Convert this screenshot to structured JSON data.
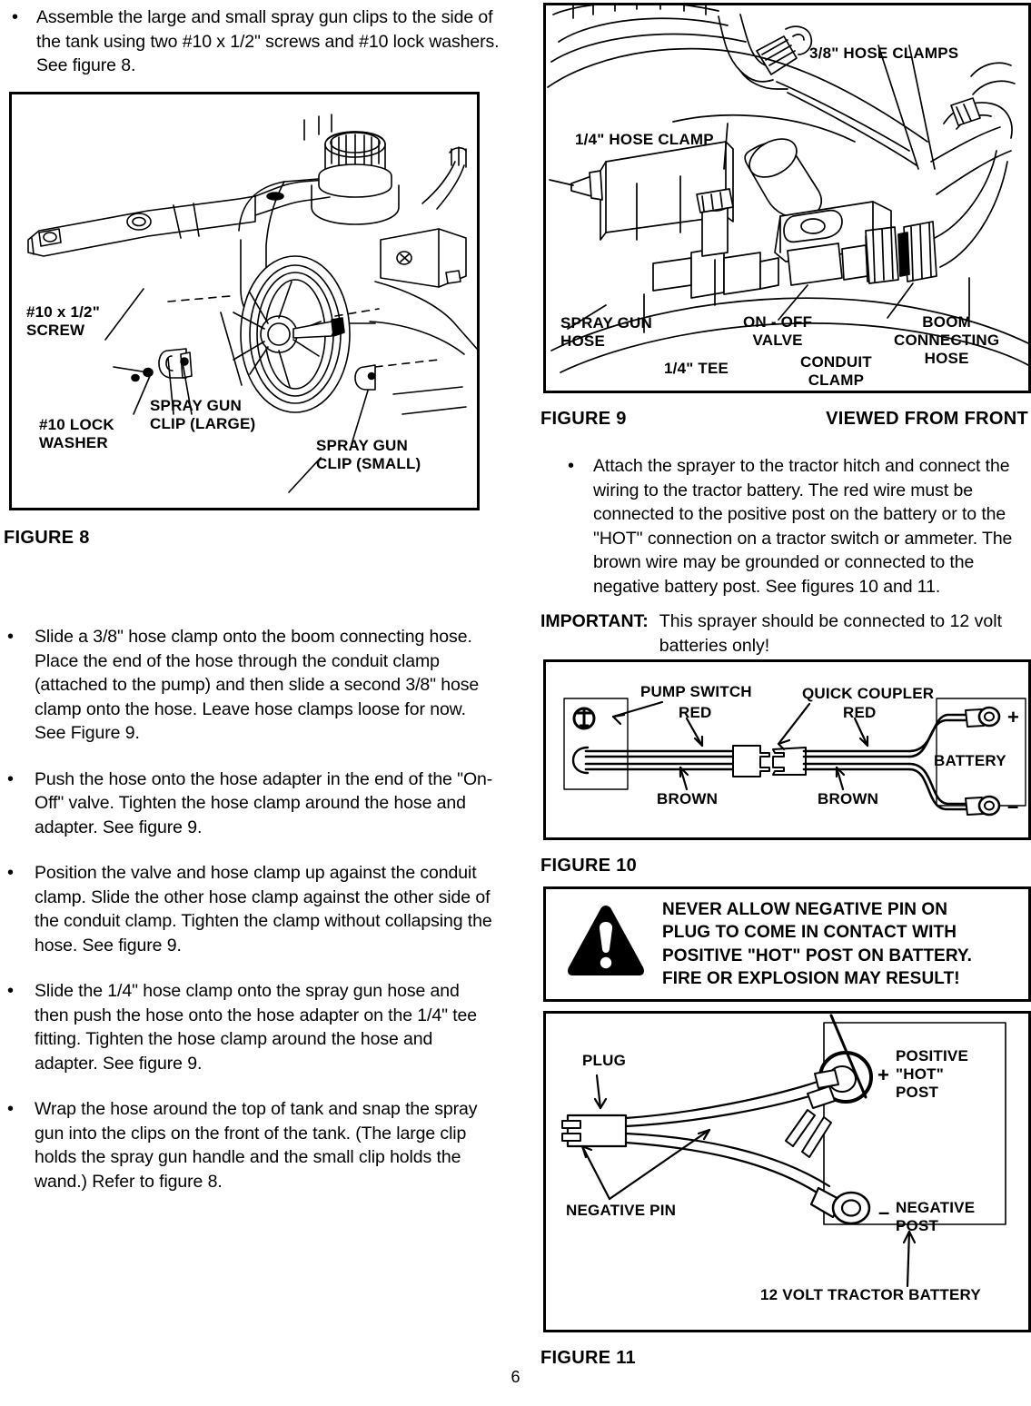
{
  "page": {
    "number": "6"
  },
  "left_column": {
    "intro_bullet": "Assemble the large and small spray gun clips to the side of the tank using two #10 x 1/2\" screws and #10 lock washers. See figure 8.",
    "figure8": {
      "caption": "FIGURE 8",
      "labels": {
        "screw": "#10 x 1/2\"\nSCREW",
        "lock_washer": "#10 LOCK\nWASHER",
        "clip_large": "SPRAY GUN\nCLIP (LARGE)",
        "clip_small": "SPRAY GUN\nCLIP (SMALL)"
      }
    },
    "bullets": [
      "Slide a 3/8\" hose clamp onto the boom connecting hose. Place the end of the hose through the conduit clamp (attached to the pump) and then slide a second 3/8\" hose clamp onto the hose. Leave hose clamps loose for now. See Figure 9.",
      "Push the hose onto the hose adapter in the end of the \"On-Off\" valve. Tighten the hose clamp around the hose and adapter. See figure 9.",
      "Position the valve and hose clamp up against the conduit clamp. Slide the other hose clamp against the other side of the conduit clamp. Tighten the clamp without collapsing the hose. See figure 9.",
      "Slide the 1/4\" hose clamp onto the spray gun hose and then push the hose onto the hose adapter on the 1/4\" tee fitting. Tighten the hose clamp around the hose and adapter. See figure 9.",
      "Wrap the hose around the top of tank and snap the spray gun into the clips on the front of the tank. (The large clip holds the spray gun handle and the small clip holds the wand.) Refer to figure 8."
    ]
  },
  "right_column": {
    "figure9": {
      "caption": "FIGURE 9",
      "view_note": "VIEWED FROM FRONT",
      "labels": {
        "hose_clamps_38": "3/8\" HOSE CLAMPS",
        "hose_clamp_14": "1/4\" HOSE CLAMP",
        "spray_gun_hose": "SPRAY GUN\nHOSE",
        "tee_14": "1/4\" TEE",
        "on_off_valve": "ON - OFF\nVALVE",
        "conduit_clamp": "CONDUIT\nCLAMP",
        "boom_connecting_hose": "BOOM\nCONNECTING\nHOSE"
      }
    },
    "bullet": "Attach the sprayer to the tractor hitch and connect the wiring to the tractor battery. The red wire must be connected to the positive post on the battery or to the \"HOT\" connection on a tractor switch or ammeter.  The  brown wire may be grounded or connected to the negative battery post.  See figures 10 and 11.",
    "important": {
      "keyword": "IMPORTANT:",
      "text": "This sprayer should be connected to 12 volt batteries only!"
    },
    "figure10": {
      "caption": "FIGURE 10",
      "labels": {
        "pump_switch": "PUMP SWITCH",
        "quick_coupler": "QUICK COUPLER",
        "red_left": "RED",
        "red_right": "RED",
        "brown_left": "BROWN",
        "brown_right": "BROWN",
        "battery": "BATTERY",
        "plus": "+",
        "minus": "–"
      }
    },
    "warning": {
      "icon": "warning-triangle-icon",
      "text": "NEVER ALLOW NEGATIVE PIN ON\nPLUG TO COME IN CONTACT WITH\nPOSITIVE \"HOT\" POST ON BATTERY.\nFIRE OR EXPLOSION MAY RESULT!"
    },
    "figure11": {
      "caption": "FIGURE 11",
      "labels": {
        "plug": "PLUG",
        "negative_pin": "NEGATIVE PIN",
        "positive_hot_post": "POSITIVE\n\"HOT\"\nPOST",
        "negative_post": "NEGATIVE\nPOST",
        "battery_note": "12 VOLT TRACTOR BATTERY",
        "plus": "+",
        "minus": "–"
      }
    }
  }
}
